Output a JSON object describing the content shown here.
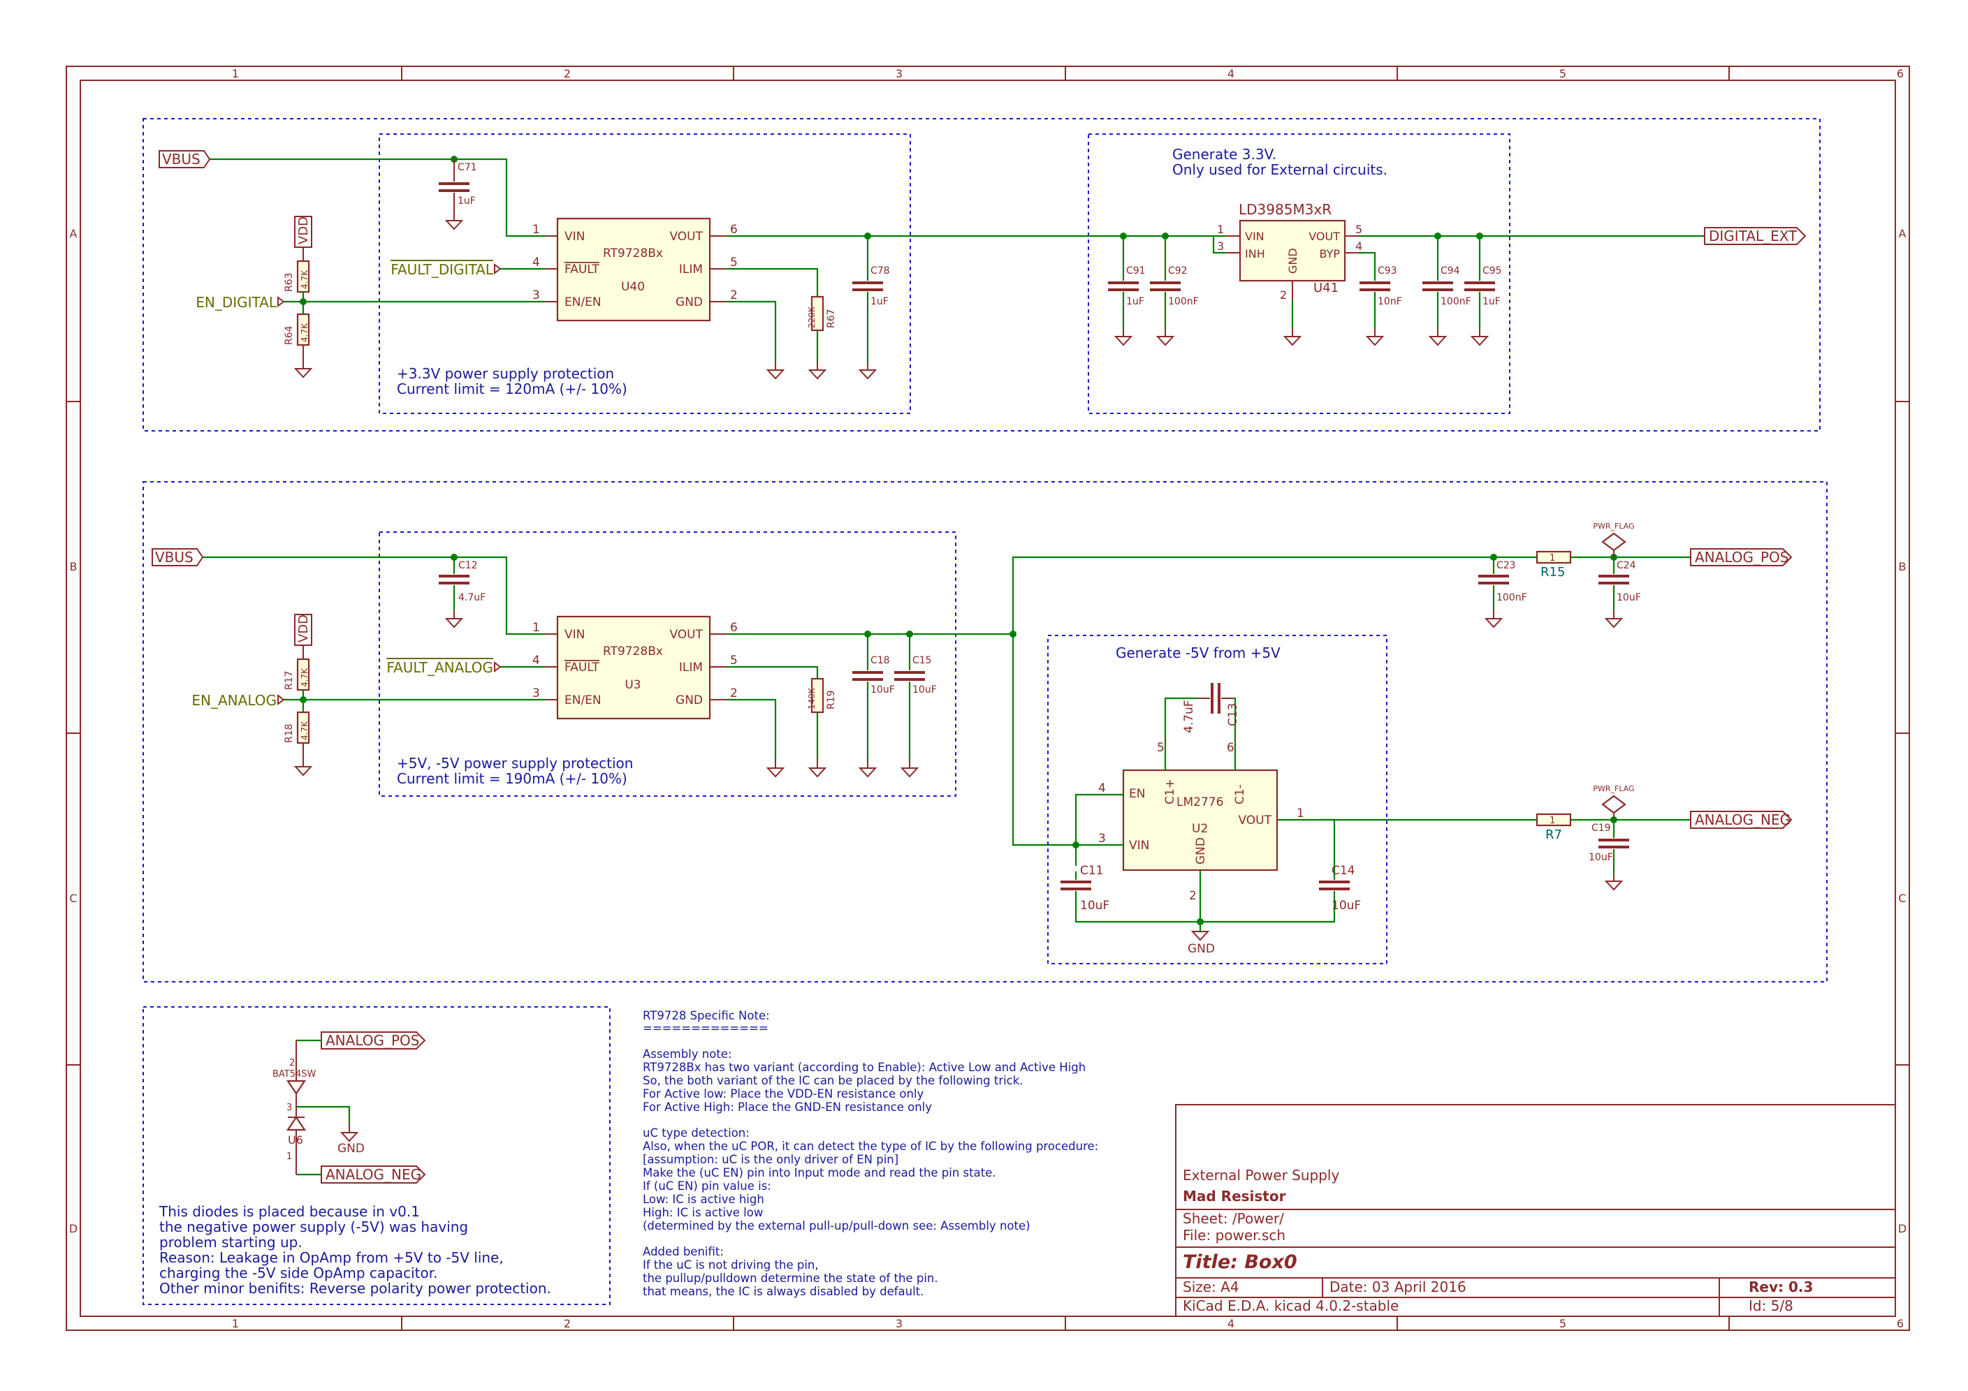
{
  "frame": {
    "columns": [
      "1",
      "2",
      "3",
      "4",
      "5",
      "6"
    ],
    "rows": [
      "A",
      "B",
      "C",
      "D"
    ]
  },
  "title_block": {
    "company": "External Power Supply",
    "project": "Mad Resistor",
    "sheet": "Sheet: /Power/",
    "file": "File: power.sch",
    "title": "Title: Box0",
    "size": "Size: A4",
    "date": "Date: 03 April 2016",
    "rev": "Rev: 0.3",
    "tool": "KiCad E.D.A.  kicad 4.0.2-stable",
    "id": "Id: 5/8"
  },
  "block_digital": {
    "vbus": "VBUS",
    "vdd": "VDD",
    "en": "EN_DIGITAL",
    "fault": "FAULT_DIGITAL",
    "c71": "C71",
    "c71v": "1uF",
    "ic_ref": "U40",
    "ic_val": "RT9728Bx",
    "pins": {
      "vin": "VIN",
      "fault": "FAULT",
      "en": "EN/EN",
      "vout": "VOUT",
      "ilim": "ILIM",
      "gnd": "GND",
      "p1": "1",
      "p4": "4",
      "p3": "3",
      "p6": "6",
      "p5": "5",
      "p2": "2"
    },
    "r63": "R63",
    "r63v": "4.7K",
    "r64": "R64",
    "r64v": "4.7K",
    "r67": "R67",
    "r67v": "220K",
    "c78": "C78",
    "c78v": "1uF",
    "note1": "+3.3V power supply protection",
    "note2": "Current limit = 120mA (+/- 10%)"
  },
  "block_ext": {
    "note1": "Generate 3.3V.",
    "note2": "Only used for External circuits.",
    "ic_val": "LD3985M3xR",
    "ic_ref": "U41",
    "pins": {
      "vin": "VIN",
      "inh": "INH",
      "gnd": "GND",
      "vout": "VOUT",
      "byp": "BYP",
      "p1": "1",
      "p3": "3",
      "p2": "2",
      "p5": "5",
      "p4": "4"
    },
    "c91": "C91",
    "c91v": "1uF",
    "c92": "C92",
    "c92v": "100nF",
    "c93": "C93",
    "c93v": "10nF",
    "c94": "C94",
    "c94v": "100nF",
    "c95": "C95",
    "c95v": "1uF",
    "out": "DIGITAL_EXT"
  },
  "block_analog": {
    "vbus": "VBUS",
    "vdd": "VDD",
    "en": "EN_ANALOG",
    "fault": "FAULT_ANALOG",
    "c12": "C12",
    "c12v": "4.7uF",
    "ic_ref": "U3",
    "ic_val": "RT9728Bx",
    "pins": {
      "vin": "VIN",
      "fault": "FAULT",
      "en": "EN/EN",
      "vout": "VOUT",
      "ilim": "ILIM",
      "gnd": "GND",
      "p1": "1",
      "p4": "4",
      "p3": "3",
      "p6": "6",
      "p5": "5",
      "p2": "2"
    },
    "r17": "R17",
    "r17v": "4.7K",
    "r18": "R18",
    "r18v": "4.7K",
    "r19": "R19",
    "r19v": "140K",
    "c18": "C18",
    "c18v": "10uF",
    "c15": "C15",
    "c15v": "10uF",
    "note1": "+5V, -5V power supply protection",
    "note2": "Current limit = 190mA (+/- 10%)",
    "c23": "C23",
    "c23v": "100nF",
    "r15": "R15",
    "r15v": "1",
    "c24": "C24",
    "c24v": "10uF",
    "pwr_flag": "PWR_FLAG",
    "pos": "ANALOG_POS",
    "r7": "R7",
    "r7v": "1",
    "c19": "C19",
    "c19v": "10uF",
    "neg": "ANALOG_NEG"
  },
  "block_neg": {
    "note": "Generate -5V from +5V",
    "ic_val": "LM2776",
    "ic_ref": "U2",
    "pins": {
      "en": "EN",
      "vin": "VIN",
      "vout": "VOUT",
      "gnd": "GND",
      "c1p": "C1+",
      "c1m": "C1-",
      "p4": "4",
      "p3": "3",
      "p1": "1",
      "p2": "2",
      "p5": "5",
      "p6": "6"
    },
    "c13": "C13",
    "c13v": "4.7uF",
    "c11": "C11",
    "c11v": "10uF",
    "c14": "C14",
    "c14v": "10uF",
    "gnd": "GND"
  },
  "block_diode": {
    "pos": "ANALOG_POS",
    "neg": "ANALOG_NEG",
    "gnd": "GND",
    "ref": "U6",
    "val": "BAT54SW",
    "p2": "2",
    "p3": "3",
    "p1": "1",
    "note": [
      "This diodes is placed because in v0.1",
      "  the negative power supply (-5V) was having",
      "  problem starting up.",
      "Reason: Leakage in OpAmp from +5V to -5V line,",
      "  charging the -5V side OpAmp capacitor.",
      "Other minor benifits: Reverse polarity power protection."
    ]
  },
  "rt_note": [
    "RT9728 Specific Note:",
    "=============",
    "",
    "Assembly note:",
    "RT9728Bx has two variant (according to Enable): Active Low and Active High",
    "So, the both variant of the IC can be placed by the following trick.",
    "For Active low: Place the VDD-EN resistance only",
    "For Active High: Place the GND-EN resistance only",
    "",
    "uC type detection:",
    "Also, when the uC POR, it can detect the type of IC by the following procedure:",
    "[assumption: uC is the only driver of EN pin]",
    "Make the (uC EN) pin into Input mode and read the pin state.",
    "If (uC EN) pin value is:",
    " Low: IC is active high",
    " High: IC is active low",
    "(determined by the external pull-up/pull-down see: Assembly note)",
    "",
    "Added benifit:",
    "If the uC is not driving the pin,",
    "the pullup/pulldown determine the state of the pin.",
    "that means, the IC is always disabled by default."
  ]
}
